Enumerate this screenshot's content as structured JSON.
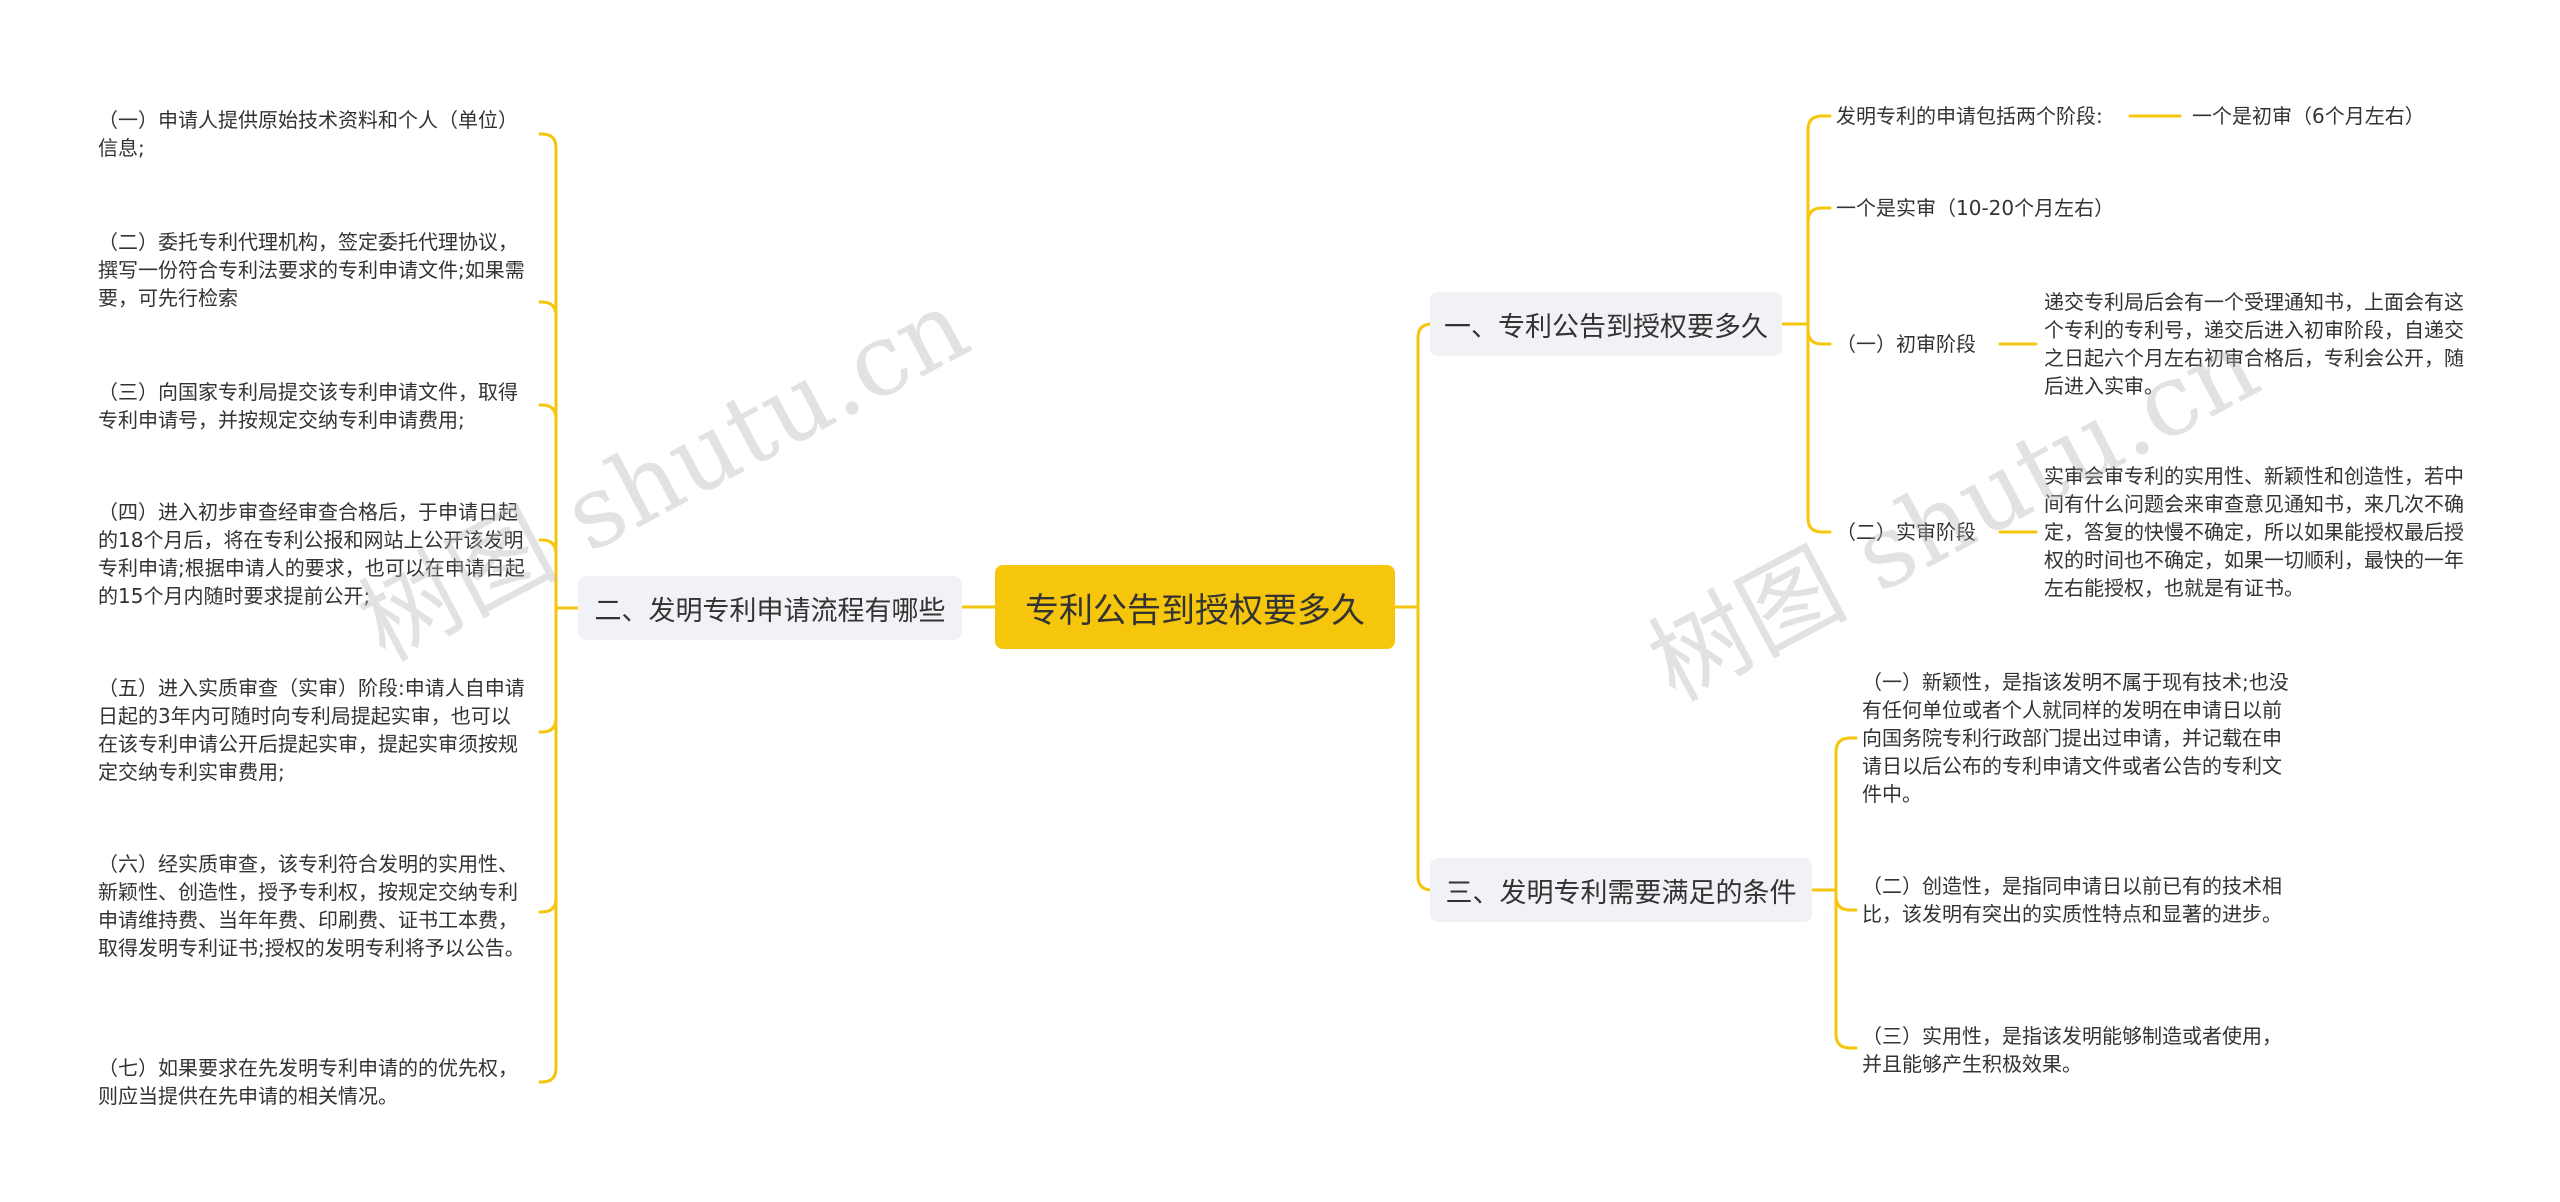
{
  "root": {
    "label": "专利公告到授权要多久"
  },
  "branches": {
    "b1": {
      "label": "一、专利公告到授权要多久"
    },
    "b2": {
      "label": "二、发明专利申请流程有哪些"
    },
    "b3": {
      "label": "三、发明专利需要满足的条件"
    }
  },
  "b1_children": {
    "stages": {
      "label": "发明专利的申请包括两个阶段:",
      "child": "一个是初审（6个月左右）"
    },
    "substantive": "一个是实审（10-20个月左右）",
    "prelim": {
      "label": "（一）初审阶段",
      "detail": "递交专利局后会有一个受理通知书，上面会有这个专利的专利号，递交后进入初审阶段，自递交之日起六个月左右初审合格后，专利会公开，随后进入实审。"
    },
    "exam": {
      "label": "（二）实审阶段",
      "detail": "实审会审专利的实用性、新颖性和创造性，若中间有什么问题会来审查意见通知书，来几次不确定，答复的快慢不确定，所以如果能授权最后授权的时间也不确定，如果一切顺利，最快的一年左右能授权，也就是有证书。"
    }
  },
  "b2_children": [
    "（一）申请人提供原始技术资料和个人（单位）信息;",
    "（二）委托专利代理机构，签定委托代理协议，撰写一份符合专利法要求的专利申请文件;如果需要，可先行检索",
    "（三）向国家专利局提交该专利申请文件，取得专利申请号，并按规定交纳专利申请费用;",
    "（四）进入初步审查经审查合格后，于申请日起的18个月后，将在专利公报和网站上公开该发明专利申请;根据申请人的要求，也可以在申请日起的15个月内随时要求提前公开;",
    "（五）进入实质审查（实审）阶段:申请人自申请日起的3年内可随时向专利局提起实审，也可以在该专利申请公开后提起实审，提起实审须按规定交纳专利实审费用;",
    "（六）经实质审查，该专利符合发明的实用性、新颖性、创造性，授予专利权，按规定交纳专利申请维持费、当年年费、印刷费、证书工本费，取得发明专利证书;授权的发明专利将予以公告。",
    "（七）如果要求在先发明专利申请的的优先权，则应当提供在先申请的相关情况。"
  ],
  "b3_children": [
    "（一）新颖性，是指该发明不属于现有技术;也没有任何单位或者个人就同样的发明在申请日以前向国务院专利行政部门提出过申请，并记载在申请日以后公布的专利申请文件或者公告的专利文件中。",
    "（二）创造性，是指同申请日以前已有的技术相比，该发明有突出的实质性特点和显著的进步。",
    "（三）实用性，是指该发明能够制造或者使用，并且能够产生积极效果。"
  ],
  "watermarks": [
    "树图 shutu.cn",
    "树图 shutu.cn"
  ],
  "colors": {
    "accent": "#f5c60c",
    "line": "#f5c60c",
    "branch_bg": "#f0f2f5"
  }
}
